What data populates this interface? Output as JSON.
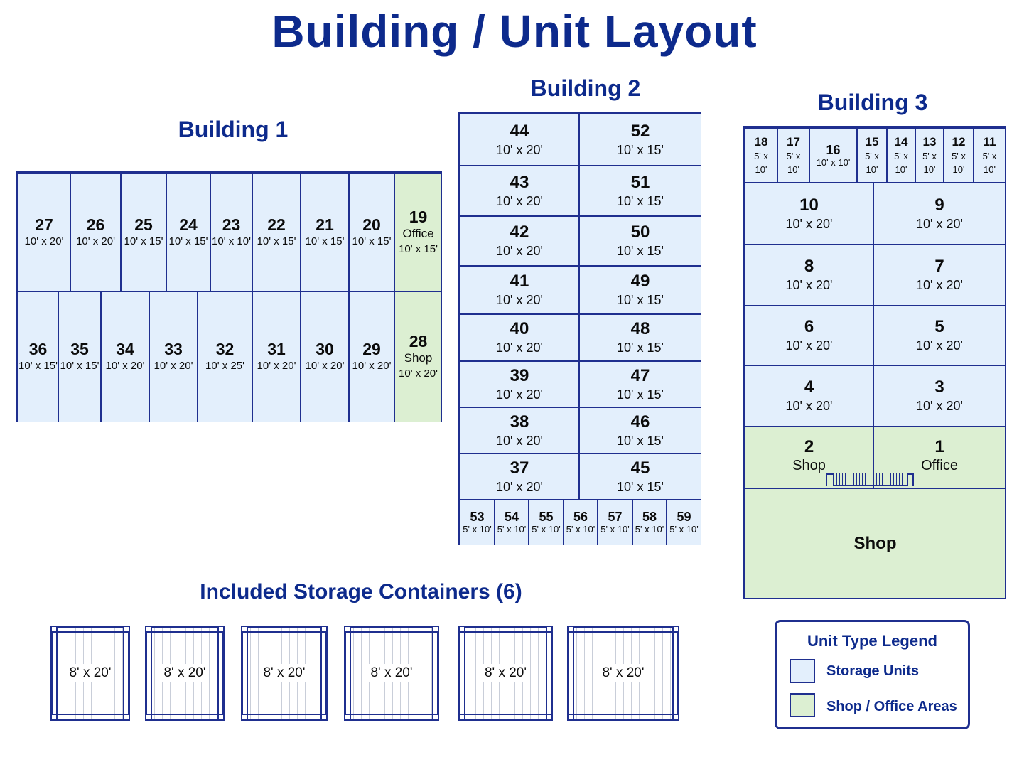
{
  "title": "Building / Unit Layout",
  "colors": {
    "storage": "#e3effc",
    "shop": "#dcefd2",
    "accent": "#0d2a8c",
    "border": "#1f2f8f"
  },
  "building1": {
    "title": "Building 1",
    "top_row": [
      {
        "num": "27",
        "size": "10' x 20'"
      },
      {
        "num": "26",
        "size": "10' x 20'"
      },
      {
        "num": "25",
        "size": "10' x 15'"
      },
      {
        "num": "24",
        "size": "10' x 15'"
      },
      {
        "num": "23",
        "size": "10' x 10'"
      },
      {
        "num": "22",
        "size": "10' x 15'"
      },
      {
        "num": "21",
        "size": "10' x 15'"
      },
      {
        "num": "20",
        "size": "10' x 15'"
      },
      {
        "num": "19",
        "name": "Office",
        "size": "10' x 15'"
      }
    ],
    "bottom_row": [
      {
        "num": "36",
        "size": "10' x 15'"
      },
      {
        "num": "35",
        "size": "10' x 15'"
      },
      {
        "num": "34",
        "size": "10' x 20'"
      },
      {
        "num": "33",
        "size": "10' x 20'"
      },
      {
        "num": "32",
        "size": "10' x 25'"
      },
      {
        "num": "31",
        "size": "10' x 20'"
      },
      {
        "num": "30",
        "size": "10' x 20'"
      },
      {
        "num": "29",
        "size": "10' x 20'"
      },
      {
        "num": "28",
        "name": "Shop",
        "size": "10' x 20'"
      }
    ]
  },
  "building2": {
    "title": "Building 2",
    "rows": [
      [
        {
          "num": "44",
          "size": "10' x 20'"
        },
        {
          "num": "52",
          "size": "10' x 15'"
        }
      ],
      [
        {
          "num": "43",
          "size": "10' x 20'"
        },
        {
          "num": "51",
          "size": "10' x 15'"
        }
      ],
      [
        {
          "num": "42",
          "size": "10' x 20'"
        },
        {
          "num": "50",
          "size": "10' x 15'"
        }
      ],
      [
        {
          "num": "41",
          "size": "10' x 20'"
        },
        {
          "num": "49",
          "size": "10' x 15'"
        }
      ],
      [
        {
          "num": "40",
          "size": "10' x 20'"
        },
        {
          "num": "48",
          "size": "10' x 15'"
        }
      ],
      [
        {
          "num": "39",
          "size": "10' x 20'"
        },
        {
          "num": "47",
          "size": "10' x 15'"
        }
      ],
      [
        {
          "num": "38",
          "size": "10' x 20'"
        },
        {
          "num": "46",
          "size": "10' x 15'"
        }
      ],
      [
        {
          "num": "37",
          "size": "10' x 20'"
        },
        {
          "num": "45",
          "size": "10' x 15'"
        }
      ]
    ],
    "small_row": [
      {
        "num": "53",
        "size": "5' x 10'"
      },
      {
        "num": "54",
        "size": "5' x 10'"
      },
      {
        "num": "55",
        "size": "5' x 10'"
      },
      {
        "num": "56",
        "size": "5' x 10'"
      },
      {
        "num": "57",
        "size": "5' x 10'"
      },
      {
        "num": "58",
        "size": "5' x 10'"
      },
      {
        "num": "59",
        "size": "5' x 10'"
      }
    ]
  },
  "building3": {
    "title": "Building 3",
    "small_row": [
      {
        "num": "18",
        "size": "5' x 10'"
      },
      {
        "num": "17",
        "size": "5' x 10'"
      },
      {
        "num": "16",
        "size": "10' x 10'"
      },
      {
        "num": "15",
        "size": "5' x 10'"
      },
      {
        "num": "14",
        "size": "5' x 10'"
      },
      {
        "num": "13",
        "size": "5' x 10'"
      },
      {
        "num": "12",
        "size": "5' x 10'"
      },
      {
        "num": "11",
        "size": "5' x 10'"
      }
    ],
    "rows": [
      [
        {
          "num": "10",
          "size": "10' x 20'"
        },
        {
          "num": "9",
          "size": "10' x 20'"
        }
      ],
      [
        {
          "num": "8",
          "size": "10' x 20'"
        },
        {
          "num": "7",
          "size": "10' x 20'"
        }
      ],
      [
        {
          "num": "6",
          "size": "10' x 20'"
        },
        {
          "num": "5",
          "size": "10' x 20'"
        }
      ],
      [
        {
          "num": "4",
          "size": "10' x 20'"
        },
        {
          "num": "3",
          "size": "10' x 20'"
        }
      ]
    ],
    "shop_row": [
      {
        "num": "2",
        "name": "Shop"
      },
      {
        "num": "1",
        "name": "Office"
      }
    ],
    "big_shop": "Shop"
  },
  "containers": {
    "title": "Included Storage Containers (6)",
    "items": [
      "8' x 20'",
      "8' x 20'",
      "8' x 20'",
      "8' x 20'",
      "8' x 20'",
      "8' x 20'"
    ]
  },
  "legend": {
    "title": "Unit Type Legend",
    "items": [
      {
        "label": "Storage Units",
        "type": "storage"
      },
      {
        "label": "Shop / Office Areas",
        "type": "shop"
      }
    ]
  }
}
